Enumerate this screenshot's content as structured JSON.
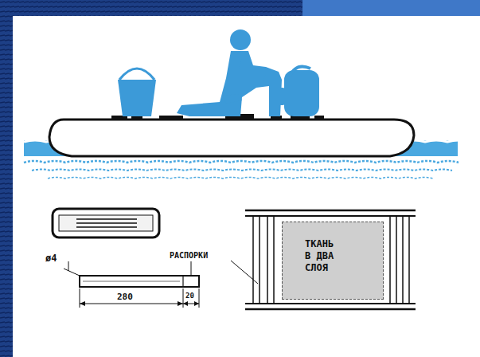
{
  "diagram": {
    "nodes": [
      {
        "text": [
          "ТКАНЬ В ДВА СЛОЯ"
        ]
      }
    ],
    "labels": [
      "ø4",
      "РАСПОРКИ",
      "280",
      "20"
    ]
  }
}
